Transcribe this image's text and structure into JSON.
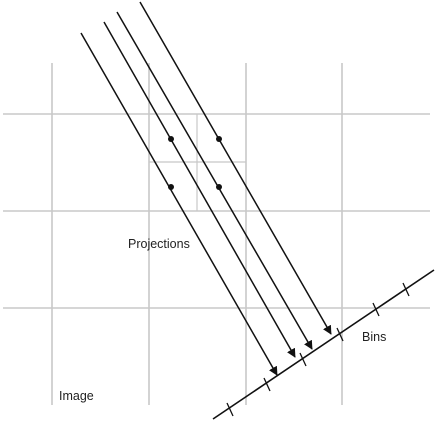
{
  "labels": {
    "projections": "Projections",
    "bins": "Bins",
    "image": "Image"
  },
  "colors": {
    "grid": "#c8c8c8",
    "ink": "#111111",
    "text": "#222222",
    "background": "#ffffff"
  }
}
